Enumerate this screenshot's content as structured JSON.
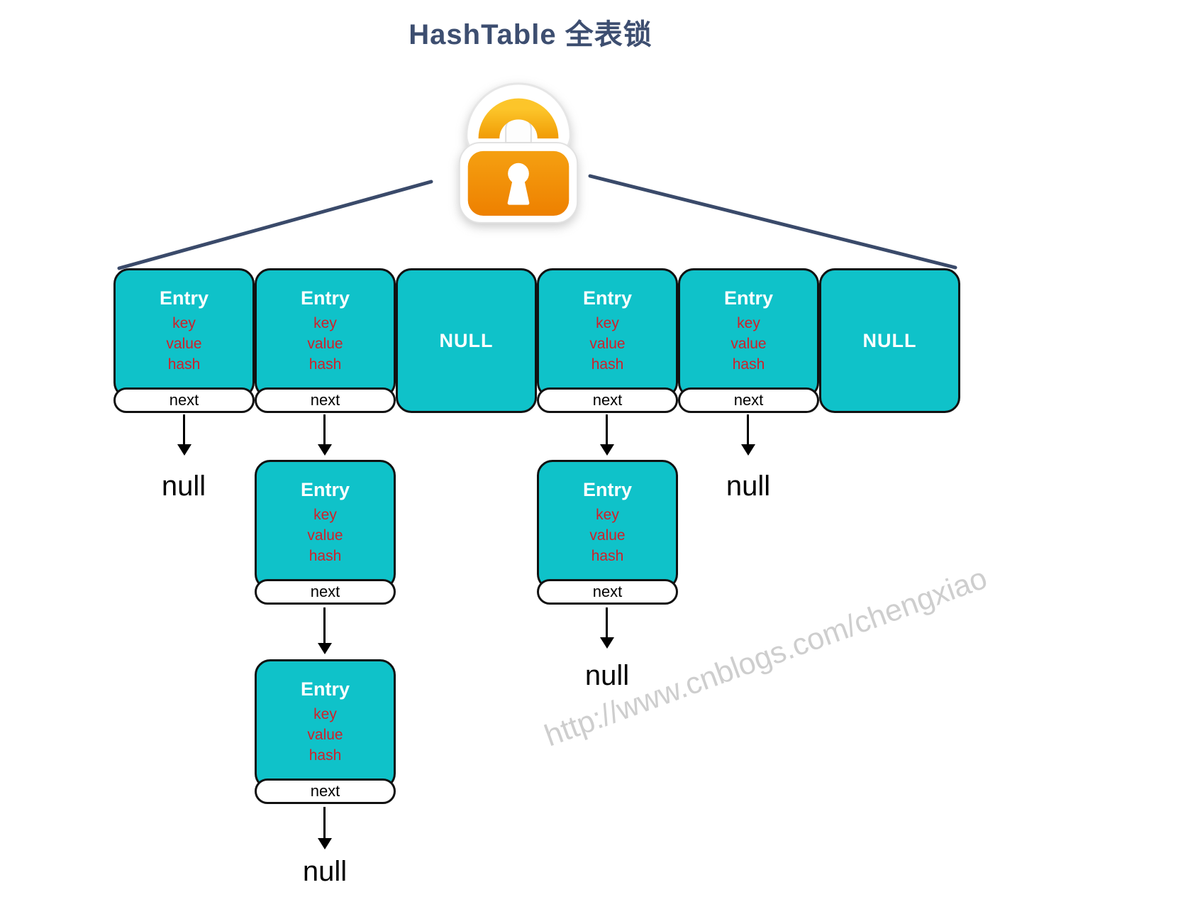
{
  "title": "HashTable 全表锁",
  "watermark": "http://www.cnblogs.com/chengxiao",
  "icons": {
    "lock": "padlock-icon"
  },
  "colors": {
    "bucket_teal": "#0fc2c9",
    "field_red": "#d21f28",
    "title_navy": "#3d4e70",
    "line_navy": "#3a4a6a",
    "lock_orange_top": "#fcc52a",
    "lock_orange_bottom": "#ee8000",
    "border_black": "#111111",
    "pill_white": "#ffffff",
    "watermark_gray": "#c9c9c9"
  },
  "cells": [
    {
      "type": "entry",
      "title": "Entry",
      "fields": [
        "key",
        "value",
        "hash"
      ],
      "next": "next"
    },
    {
      "type": "entry",
      "title": "Entry",
      "fields": [
        "key",
        "value",
        "hash"
      ],
      "next": "next"
    },
    {
      "type": "null",
      "label": "NULL"
    },
    {
      "type": "entry",
      "title": "Entry",
      "fields": [
        "key",
        "value",
        "hash"
      ],
      "next": "next"
    },
    {
      "type": "entry",
      "title": "Entry",
      "fields": [
        "key",
        "value",
        "hash"
      ],
      "next": "next"
    },
    {
      "type": "null",
      "label": "NULL"
    }
  ],
  "chains": [
    {
      "column_index": 0,
      "nodes": [
        {
          "type": "terminal",
          "label": "null"
        }
      ]
    },
    {
      "column_index": 1,
      "nodes": [
        {
          "type": "entry",
          "title": "Entry",
          "fields": [
            "key",
            "value",
            "hash"
          ],
          "next": "next"
        },
        {
          "type": "entry",
          "title": "Entry",
          "fields": [
            "key",
            "value",
            "hash"
          ],
          "next": "next"
        },
        {
          "type": "terminal",
          "label": "null"
        }
      ]
    },
    {
      "column_index": 3,
      "nodes": [
        {
          "type": "entry",
          "title": "Entry",
          "fields": [
            "key",
            "value",
            "hash"
          ],
          "next": "next"
        },
        {
          "type": "terminal",
          "label": "null"
        }
      ]
    },
    {
      "column_index": 4,
      "nodes": [
        {
          "type": "terminal",
          "label": "null"
        }
      ]
    }
  ]
}
